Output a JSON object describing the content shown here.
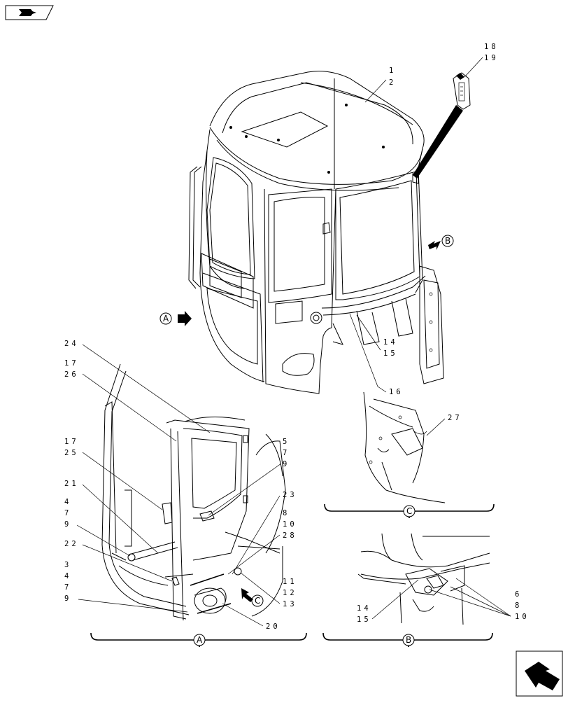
{
  "nav_back_icon": "arrow-back-icon",
  "nav_forward_icon": "arrow-forward-icon",
  "view_markers": {
    "A": "A",
    "B": "B",
    "C": "C"
  },
  "callouts": {
    "c1_2": [
      "1",
      "2"
    ],
    "c18_19": [
      "18",
      "19"
    ],
    "c14_15_top": [
      "14",
      "15"
    ],
    "c16": [
      "16"
    ],
    "c27": [
      "27"
    ],
    "c24": [
      "24"
    ],
    "c17_26": [
      "17",
      "26"
    ],
    "c17_25": [
      "17",
      "25"
    ],
    "c5_7_9": [
      "5",
      "7",
      "9"
    ],
    "c21": [
      "21"
    ],
    "c4_7_9": [
      "4",
      "7",
      "9"
    ],
    "c23": [
      "23"
    ],
    "c8_10_28": [
      "8",
      "10",
      "28"
    ],
    "c22": [
      "22"
    ],
    "c3_4_7_9": [
      "3",
      "4",
      "7",
      "9"
    ],
    "c11_12_13": [
      "11",
      "12",
      "13"
    ],
    "c20": [
      "20"
    ],
    "c14_15_b": [
      "14",
      "15"
    ],
    "c6_8_10": [
      "6",
      "8",
      "10"
    ]
  }
}
